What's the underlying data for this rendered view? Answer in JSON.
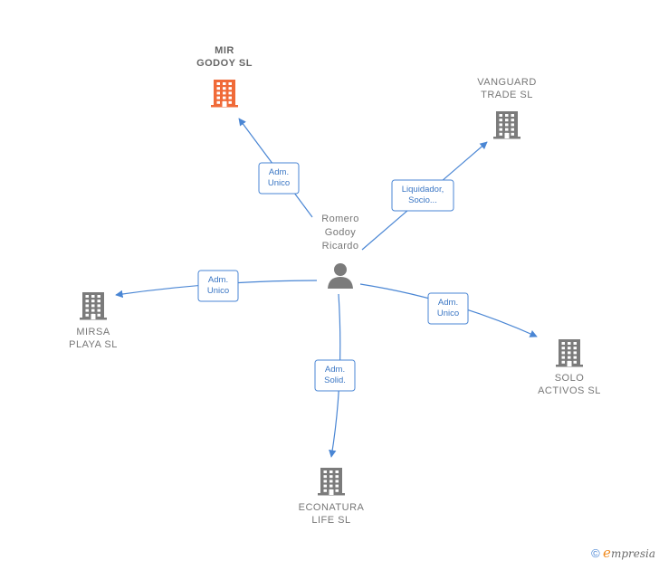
{
  "person": {
    "label_lines": [
      "Romero",
      "Godoy",
      "Ricardo"
    ]
  },
  "companies": [
    {
      "id": "mir-godoy",
      "label_lines": [
        "MIR",
        "GODOY  SL"
      ],
      "main": true,
      "color": "#f06a38"
    },
    {
      "id": "vanguard",
      "label_lines": [
        "VANGUARD",
        "TRADE  SL"
      ],
      "main": false,
      "color": "#7b7b7b"
    },
    {
      "id": "mirsa-playa",
      "label_lines": [
        "MIRSA",
        "PLAYA  SL"
      ],
      "main": false,
      "color": "#7b7b7b"
    },
    {
      "id": "solo-activos",
      "label_lines": [
        "SOLO",
        "ACTIVOS  SL"
      ],
      "main": false,
      "color": "#7b7b7b"
    },
    {
      "id": "econatura",
      "label_lines": [
        "ECONATURA",
        "LIFE SL"
      ],
      "main": false,
      "color": "#7b7b7b"
    }
  ],
  "edges": [
    {
      "target": "mir-godoy",
      "label_lines": [
        "Adm.",
        "Unico"
      ]
    },
    {
      "target": "vanguard",
      "label_lines": [
        "Liquidador,",
        "Socio..."
      ]
    },
    {
      "target": "mirsa-playa",
      "label_lines": [
        "Adm.",
        "Unico"
      ]
    },
    {
      "target": "solo-activos",
      "label_lines": [
        "Adm.",
        "Unico"
      ]
    },
    {
      "target": "econatura",
      "label_lines": [
        "Adm.",
        "Solid."
      ]
    }
  ],
  "colors": {
    "edge": "#4a86d4",
    "person": "#7b7b7b"
  },
  "footer": {
    "copyright": "©",
    "brand_first": "e",
    "brand_rest": "mpresia"
  }
}
